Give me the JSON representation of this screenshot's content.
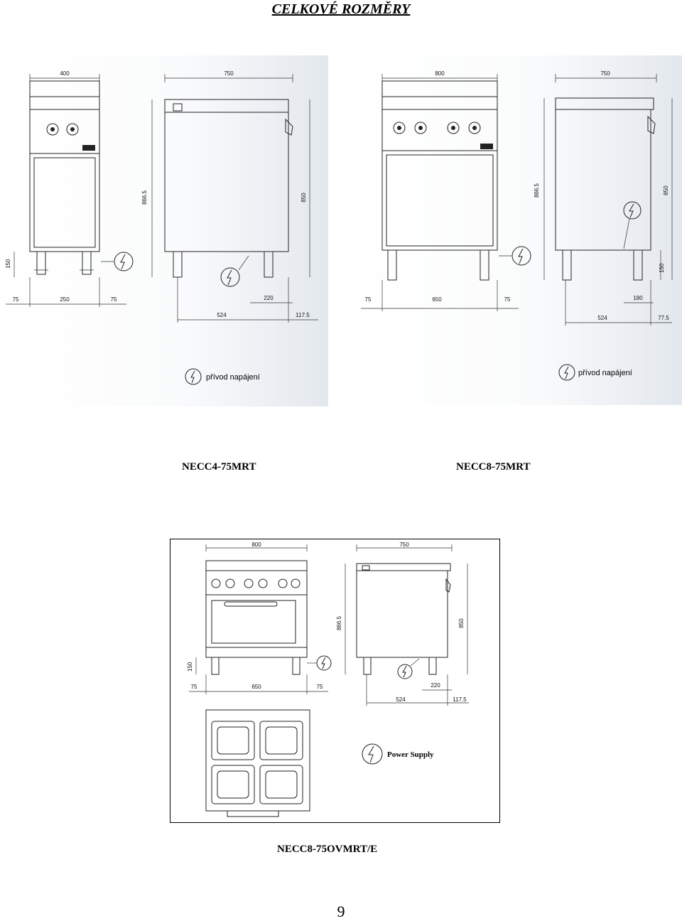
{
  "page": {
    "title": "CELKOVÉ ROZMĚRY",
    "page_number": "9"
  },
  "icons": {
    "power": "lightning-bolt-circle-icon"
  },
  "models": [
    {
      "caption": "NECC4-75MRT",
      "dims": {
        "front_width": "400",
        "side_depth": "750",
        "side_height": "866.5",
        "body_height": "850",
        "legs_height": "150",
        "left_offset": "75",
        "legs_span": "250",
        "right_offset": "75",
        "depth_a": "524",
        "depth_b": "220",
        "depth_c": "117.5"
      },
      "legend": "přívod napájení"
    },
    {
      "caption": "NECC8-75MRT",
      "dims": {
        "front_width": "800",
        "side_depth": "750",
        "side_height": "866.5",
        "body_height": "850",
        "legs_height": "150",
        "left_offset": "75",
        "legs_span": "650",
        "right_offset": "75",
        "depth_a": "524",
        "depth_b": "180",
        "depth_c": "77.5"
      },
      "legend": "přívod napájení"
    },
    {
      "caption": "NECC8-75OVMRT/E",
      "dims": {
        "front_width": "800",
        "side_depth": "750",
        "side_height": "866.5",
        "body_height": "850",
        "legs_height": "150",
        "left_offset": "75",
        "legs_span": "650",
        "right_offset": "75",
        "depth_a": "524",
        "depth_b": "220",
        "depth_c": "117.5"
      },
      "legend": "Power Supply"
    }
  ]
}
